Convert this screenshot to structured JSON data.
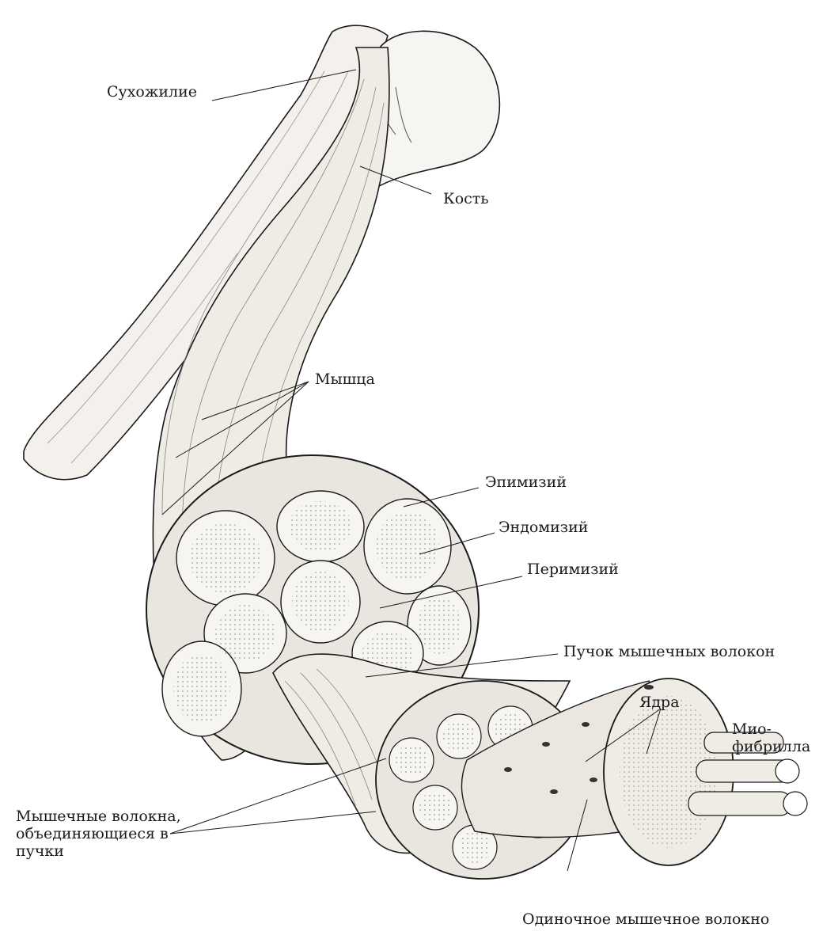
{
  "labels": {
    "tendon": "Сухожилие",
    "bone": "Кость",
    "muscle": "Мышца",
    "epimysium": "Эпимизий",
    "endomysium": "Эндомизий",
    "perimysium": "Перимизий",
    "fascicle": "Пучок мышечных волокон",
    "nuclei": "Ядра",
    "myofibril_line1": "Мио-",
    "myofibril_line2": "фибрилла",
    "fibers_line1": "Мышечные волокна,",
    "fibers_line2": "объединяющиеся в",
    "fibers_line3": "пучки",
    "single_fiber": "Одиночное мышечное волокно"
  },
  "colors": {
    "ink": "#1a1a1a",
    "bone_fill": "#f4f1ec",
    "shade": "#dedad4",
    "paper": "#ffffff"
  }
}
